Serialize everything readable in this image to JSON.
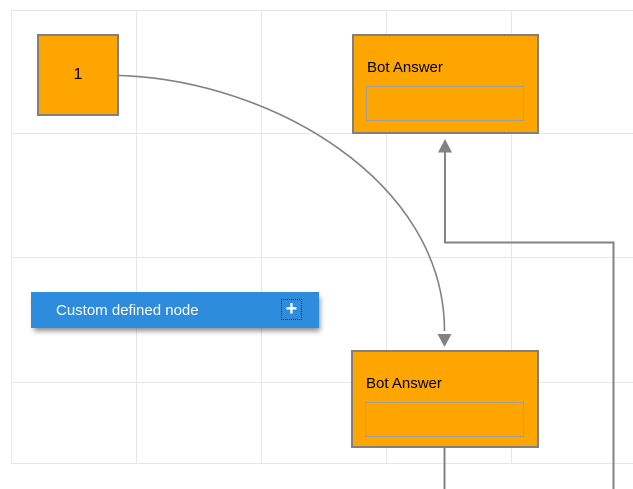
{
  "diagram": {
    "background_color": "#ffffff",
    "grid_color": "#e7e7e7",
    "connector_color": "#828282",
    "nodes": {
      "start": {
        "label": "1",
        "fill": "#ffa500",
        "border_color": "#808080"
      },
      "bot_answer_top": {
        "title": "Bot Answer",
        "fill": "#ffa500",
        "border_color": "#808080",
        "field_value": "",
        "field_border_color": "#9e9e9e"
      },
      "bot_answer_bottom": {
        "title": "Bot Answer",
        "fill": "#ffa500",
        "border_color": "#808080",
        "field_value": "",
        "field_border_color": "#9e9e9e"
      },
      "custom": {
        "label": "Custom defined node",
        "fill": "#2d8cdc",
        "text_color": "#ffffff",
        "add_button": "+"
      }
    },
    "connectors": [
      {
        "id": "curve-start-to-bottom-answer",
        "style": "curved",
        "arrow": "down"
      },
      {
        "id": "elbow-into-top-answer",
        "style": "orthogonal",
        "arrow": "up"
      },
      {
        "id": "stub-below-bottom-answer",
        "style": "straight",
        "arrow": "none"
      }
    ]
  }
}
